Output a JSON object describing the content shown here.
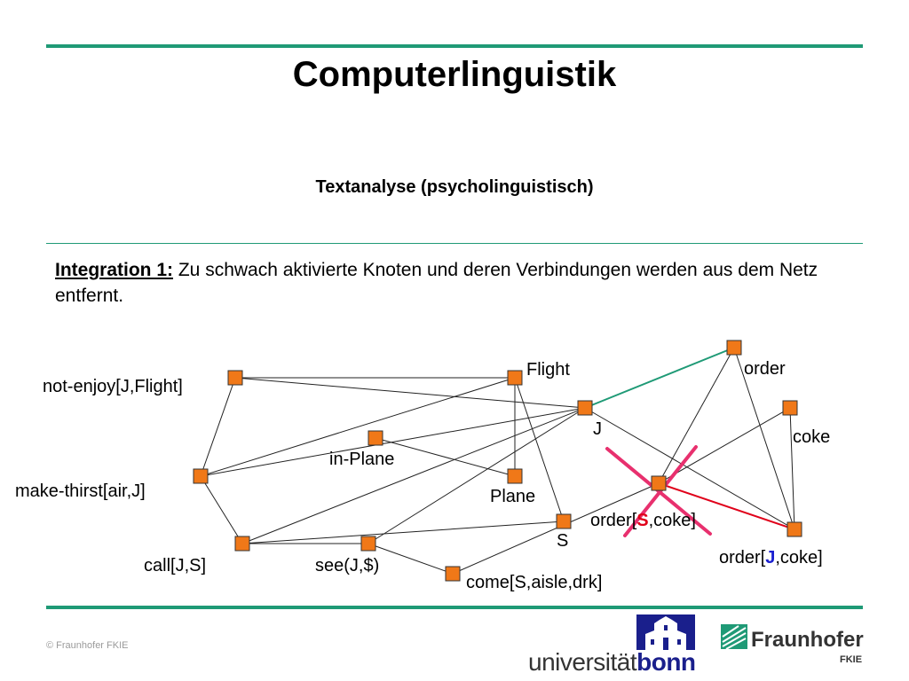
{
  "slide": {
    "title": "Computerlinguistik",
    "subtitle": "Textanalyse (psycholinguistisch)",
    "intro_lead": "Integration 1:",
    "intro_text": " Zu schwach aktivierte Knoten und deren Verbindungen werden aus dem Netz entfernt."
  },
  "network": {
    "nodes": [
      {
        "id": "order",
        "label": "order"
      },
      {
        "id": "flight",
        "label": "Flight"
      },
      {
        "id": "not-enjoy",
        "label": "not-enjoy[J,Flight]"
      },
      {
        "id": "j",
        "label": "J"
      },
      {
        "id": "coke",
        "label": "coke"
      },
      {
        "id": "in-plane",
        "label": "in-Plane"
      },
      {
        "id": "plane",
        "label": "Plane"
      },
      {
        "id": "make-thirst",
        "label": "make-thirst[air,J]"
      },
      {
        "id": "order-s-coke",
        "label_pre": "order[",
        "label_em": "S",
        "label_post": ",coke]"
      },
      {
        "id": "s",
        "label": "S"
      },
      {
        "id": "order-j-coke",
        "label_pre": "order[",
        "label_em": "J",
        "label_post": ",coke]"
      },
      {
        "id": "call",
        "label": "call[J,S]"
      },
      {
        "id": "see",
        "label": "see(J,$)"
      },
      {
        "id": "come",
        "label": "come[S,aisle,drk]"
      }
    ],
    "edges": [
      [
        "not-enjoy",
        "flight"
      ],
      [
        "not-enjoy",
        "j"
      ],
      [
        "not-enjoy",
        "make-thirst"
      ],
      [
        "flight",
        "make-thirst"
      ],
      [
        "flight",
        "plane"
      ],
      [
        "flight",
        "s"
      ],
      [
        "j",
        "make-thirst"
      ],
      [
        "j",
        "call"
      ],
      [
        "j",
        "see"
      ],
      [
        "j",
        "order-j-coke"
      ],
      [
        "j",
        "order"
      ],
      [
        "in-plane",
        "plane"
      ],
      [
        "make-thirst",
        "call"
      ],
      [
        "call",
        "see"
      ],
      [
        "call",
        "s"
      ],
      [
        "see",
        "come"
      ],
      [
        "come",
        "order-s-coke"
      ],
      [
        "order",
        "order-s-coke"
      ],
      [
        "order",
        "order-j-coke"
      ],
      [
        "coke",
        "order-s-coke"
      ],
      [
        "coke",
        "order-j-coke"
      ],
      [
        "order-s-coke",
        "order-j-coke"
      ]
    ],
    "highlight_edges": {
      "j-order": "#1f9a76",
      "order-s-coke-order-j-coke": "#e0001a"
    },
    "removed_node": "order-s-coke",
    "colors": {
      "node_fill": "#f07818",
      "node_stroke": "#333333",
      "cross": "#e8306e",
      "subject_s": "#e0001a",
      "subject_j": "#1a1fd0"
    }
  },
  "footer": {
    "copyright": "© Fraunhofer FKIE",
    "university_regular": "universität",
    "university_bold": "bonn",
    "institute": "Fraunhofer",
    "institute_unit": "FKIE"
  }
}
